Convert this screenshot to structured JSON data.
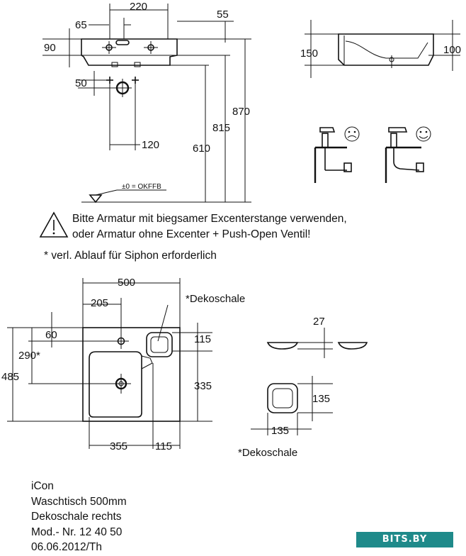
{
  "top_view": {
    "dim_220": "220",
    "dim_65": "65",
    "dim_55": "55",
    "dim_90": "90",
    "dim_50": "50",
    "dim_120": "120",
    "dim_610": "610",
    "dim_815": "815",
    "dim_870": "870",
    "floor_label": "±0 = OKFFB"
  },
  "side_view": {
    "dim_150": "150",
    "dim_100": "100"
  },
  "warning": {
    "line1": "Bitte Armatur mit biegsamer Excenterstange verwenden,",
    "line2": "oder Armatur ohne Excenter + Push-Open Ventil!"
  },
  "footnote": "* verl. Ablauf für Siphon erforderlich",
  "plan_view": {
    "dim_500": "500",
    "dim_205": "205",
    "dim_60": "60",
    "dim_290": "290*",
    "dim_485": "485",
    "dim_115_top": "115",
    "dim_335": "335",
    "dim_355": "355",
    "dim_115_bottom": "115",
    "dekoschale_label": "*Dekoschale"
  },
  "dekoschale_detail": {
    "dim_27": "27",
    "dim_135_h": "135",
    "dim_135_w": "135",
    "label": "*Dekoschale"
  },
  "title_block": {
    "line1": "iCon",
    "line2": "Waschtisch 500mm",
    "line3": "Dekoschale rechts",
    "line4": "Mod.- Nr. 12 40 50",
    "line5": "06.06.2012/Th"
  },
  "watermark": "BITS.BY"
}
